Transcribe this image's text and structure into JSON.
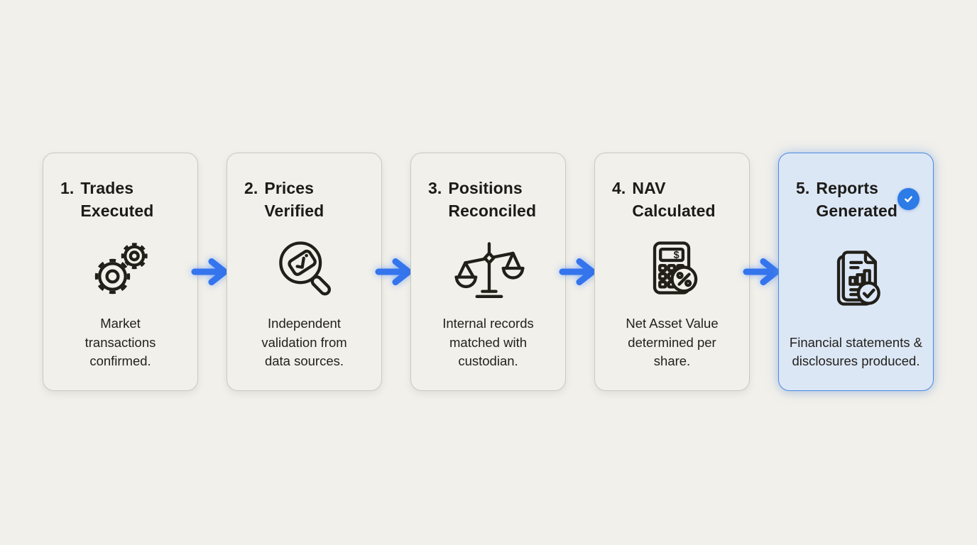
{
  "diagram": {
    "kind": "process-flow",
    "step_count": 5
  },
  "colors": {
    "page_background": "#F2F0EA",
    "card_background": "#F1F0EA",
    "card_border": "#C9C8C1",
    "active_card_background": "#DCE7F6",
    "active_card_border": "#4A8ADF",
    "arrow_blue": "#3474ED",
    "badge_blue": "#2C7BE6",
    "icon_stroke": "#221F19",
    "title_text": "#1C1B17",
    "body_text": "#23211C"
  },
  "steps": [
    {
      "number": "1.",
      "title": "Trades Executed",
      "description": "Market transactions confirmed.",
      "icon": "gears-icon",
      "active": false
    },
    {
      "number": "2.",
      "title": "Prices Verified",
      "description": "Independent validation from data sources.",
      "icon": "price-tag-magnifier-icon",
      "active": false
    },
    {
      "number": "3.",
      "title": "Positions Reconciled",
      "description": "Internal records matched with custodian.",
      "icon": "balance-scale-icon",
      "active": false
    },
    {
      "number": "4.",
      "title": "NAV Calculated",
      "description": "Net Asset Value determined per share.",
      "icon": "calculator-percent-icon",
      "active": false
    },
    {
      "number": "5.",
      "title": "Reports Generated",
      "description": "Financial statements & disclosures produced.",
      "icon": "financial-report-icon",
      "active": true,
      "badge": "check"
    }
  ],
  "connector": {
    "icon": "right-arrow-icon"
  }
}
